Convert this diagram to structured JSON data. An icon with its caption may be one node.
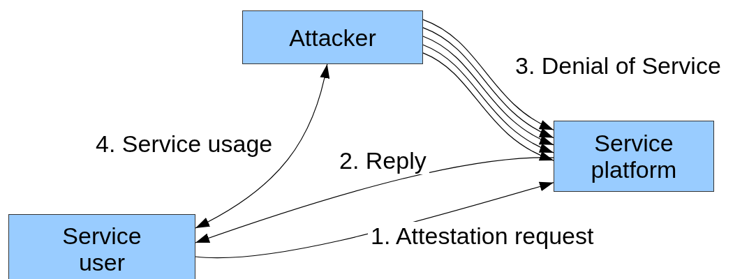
{
  "diagram": {
    "nodes": [
      {
        "text": [
          "Attacker"
        ]
      },
      {
        "text": [
          "Service platform"
        ]
      },
      {
        "text": [
          "Service user"
        ]
      }
    ],
    "edges": [
      {
        "from": 2,
        "to": 1,
        "arrow": "to",
        "label": "1. Attestation request"
      },
      {
        "from": 1,
        "to": 2,
        "arrow": "to",
        "label": "2. Reply"
      },
      {
        "from": 0,
        "to": 1,
        "arrow": "to",
        "label": "3. Denial of Service"
      },
      {
        "from": 0,
        "to": 1,
        "arrow": "to"
      },
      {
        "from": 0,
        "to": 1,
        "arrow": "to"
      },
      {
        "from": 0,
        "to": 1,
        "arrow": "to"
      },
      {
        "from": 0,
        "to": 1,
        "arrow": "to"
      },
      {
        "from": 2,
        "to": 0,
        "arrow": "both",
        "label": "4. Service usage"
      }
    ]
  }
}
